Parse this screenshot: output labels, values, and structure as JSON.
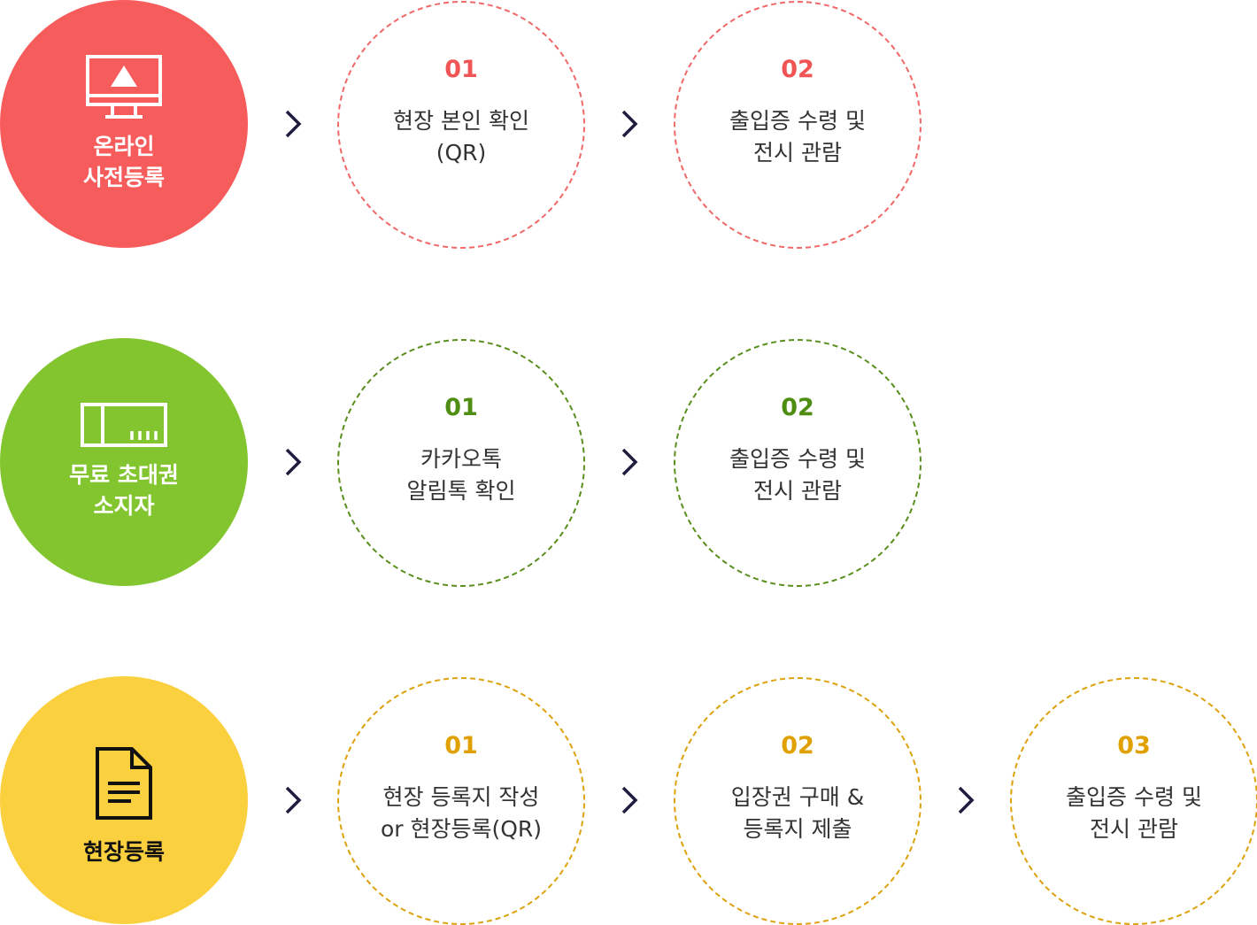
{
  "colors": {
    "red": "#f75c5c",
    "green": "#82c52f",
    "yellow": "#fbd03e",
    "arrow": "#1f1d3d"
  },
  "rows": [
    {
      "label": "온라인\n사전등록",
      "icon": "monitor-tent-icon",
      "steps": [
        {
          "num": "01",
          "text": "현장 본인 확인\n(QR)"
        },
        {
          "num": "02",
          "text": "출입증 수령 및\n전시 관람"
        }
      ]
    },
    {
      "label": "무료 초대권\n소지자",
      "icon": "ticket-icon",
      "steps": [
        {
          "num": "01",
          "text": "카카오톡\n알림톡 확인"
        },
        {
          "num": "02",
          "text": "출입증 수령 및\n전시 관람"
        }
      ]
    },
    {
      "label": "현장등록",
      "icon": "document-icon",
      "steps": [
        {
          "num": "01",
          "text": "현장 등록지 작성\nor 현장등록(QR)"
        },
        {
          "num": "02",
          "text": "입장권 구매 &\n등록지 제출"
        },
        {
          "num": "03",
          "text": "출입증 수령 및\n전시 관람"
        }
      ]
    }
  ]
}
